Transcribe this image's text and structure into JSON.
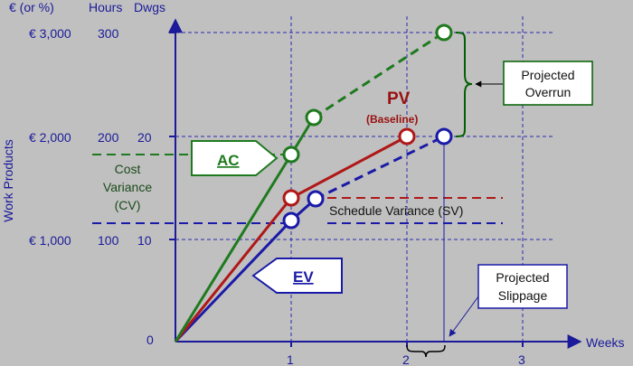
{
  "header": {
    "left_unit": "€ (or %)",
    "mid_unit": "Hours",
    "right_unit": "Dwgs"
  },
  "axes": {
    "y_label": "Work Products",
    "x_label": "Weeks",
    "origin": "0",
    "x_ticks": [
      "1",
      "2",
      "3"
    ],
    "euro_ticks": [
      "€ 3,000",
      "€ 2,000",
      "€ 1,000"
    ],
    "hours_ticks": [
      "300",
      "200",
      "100"
    ],
    "dwgs_ticks": [
      "20",
      "10"
    ]
  },
  "labels": {
    "pv": "PV",
    "baseline": "(Baseline)",
    "ac": "AC",
    "ev": "EV",
    "cost_variance_1": "Cost",
    "cost_variance_2": "Variance",
    "cost_variance_3": "(CV)",
    "schedule_variance": "Schedule Variance (SV)",
    "projected_overrun_1": "Projected",
    "projected_overrun_2": "Overrun",
    "projected_slippage_1": "Projected",
    "projected_slippage_2": "Slippage"
  },
  "colors": {
    "background": "#c0c0c0",
    "axis": "#1a1a9a",
    "grid": "#2a2ab0",
    "ac": "#1f7a1f",
    "pv": "#b01818",
    "ev": "#1a1aa8",
    "annotation": "#006000"
  }
}
